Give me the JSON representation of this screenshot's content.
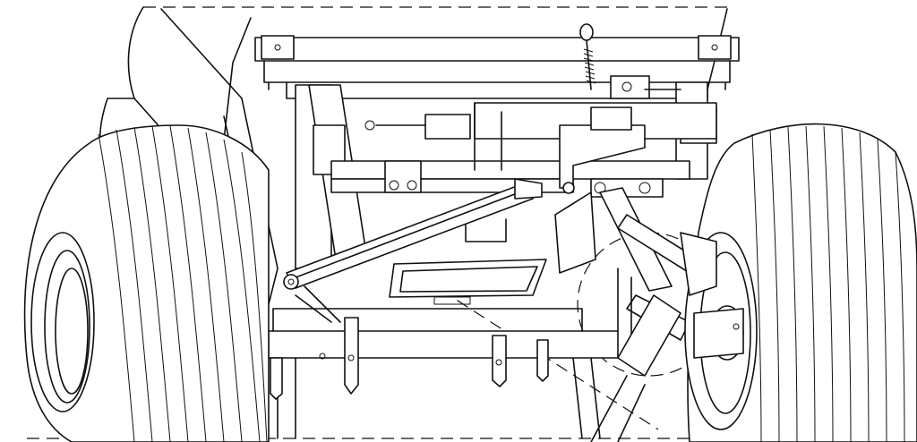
{
  "diagram": {
    "view": "underside-rear-perspective",
    "subject": "trailer-chassis-with-hitch-linkage",
    "line_color": "#111111",
    "background": "#ffffff",
    "components": [
      "frame-outer-dashed-outline",
      "left-rear-wheel",
      "right-front-wheel",
      "rectangular-frame",
      "cross-members",
      "diagonal-brace",
      "hitch-pivot-bracket",
      "adjustment-spring-rod",
      "shank-brackets",
      "detail-circle-callout"
    ]
  }
}
